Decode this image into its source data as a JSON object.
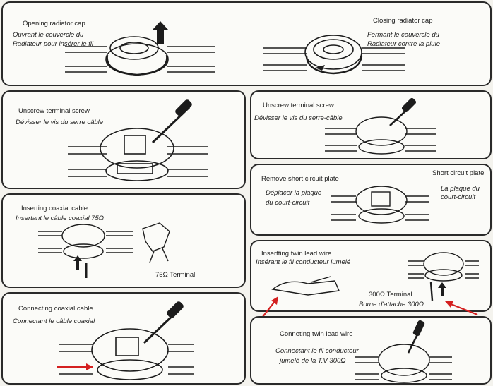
{
  "panels": {
    "p1": {
      "left_title": "Opening radiator cap",
      "left_fr": [
        "Ouvrant le couvercle du",
        "Radiateur pour insérer le fil"
      ],
      "right_title": "Closing radiator cap",
      "right_fr": [
        "Fermant le couvercle du",
        "Radiateur contre la pluie"
      ]
    },
    "p2": {
      "title": "Unscrew terminal screw",
      "fr": "Dévisser  le vis du serre câble"
    },
    "p3": {
      "title": "Inserting coaxial cable",
      "fr": "Insertant le câble coaxial 75Ω",
      "terminal": "75Ω Terminal"
    },
    "p4": {
      "title": "Connecting coaxial cable",
      "fr": "Connectant le câble coaxial"
    },
    "p5": {
      "title": "Unscrew terminal screw",
      "fr": "Dévisser le vis du serre-câble"
    },
    "p6": {
      "title": "Remove short circuit plate",
      "fr": [
        "Déplacer la plaque",
        "du court-circuit"
      ],
      "right_title": "Short circuit plate",
      "right_fr": [
        "La plaque du",
        "court-circuit"
      ]
    },
    "p7": {
      "title": "Insertting twin lead wire",
      "fr": "Insérant le fil conducteur jumelé",
      "terminal": "300Ω Terminal",
      "terminal_fr": "Borne d'attache 300Ω"
    },
    "p8": {
      "title": "Conneting twin lead wire",
      "fr": [
        "Connectant le fil conducteur",
        "jumelé de la T.V 300Ω"
      ]
    }
  },
  "colors": {
    "arrow": "#d42020",
    "ink": "#1c1c1c",
    "panel_border": "#2a2a2a"
  }
}
